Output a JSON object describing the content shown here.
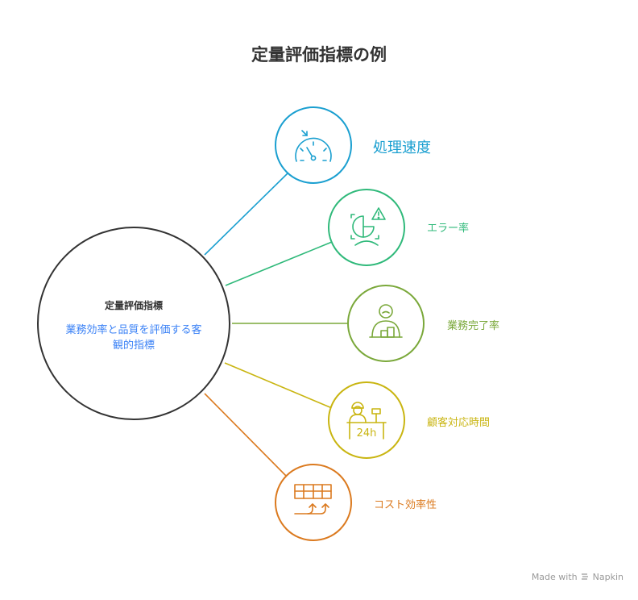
{
  "title": "定量評価指標の例",
  "hub": {
    "title": "定量評価指標",
    "description": "業務効率と品質を評価する客観的指標"
  },
  "items": [
    {
      "label": "処理速度",
      "icon": "speedometer-icon",
      "color": "#1a9fd0"
    },
    {
      "label": "エラー率",
      "icon": "error-chart-icon",
      "color": "#2fb97a"
    },
    {
      "label": "業務完了率",
      "icon": "task-complete-icon",
      "color": "#7aa83a"
    },
    {
      "label": "顧客対応時間",
      "icon": "support-24h-icon",
      "color": "#c9b511"
    },
    {
      "label": "コスト効率性",
      "icon": "cost-efficiency-icon",
      "color": "#db7a1f"
    }
  ],
  "footer": {
    "text": "Made with",
    "brand": "Napkin"
  }
}
